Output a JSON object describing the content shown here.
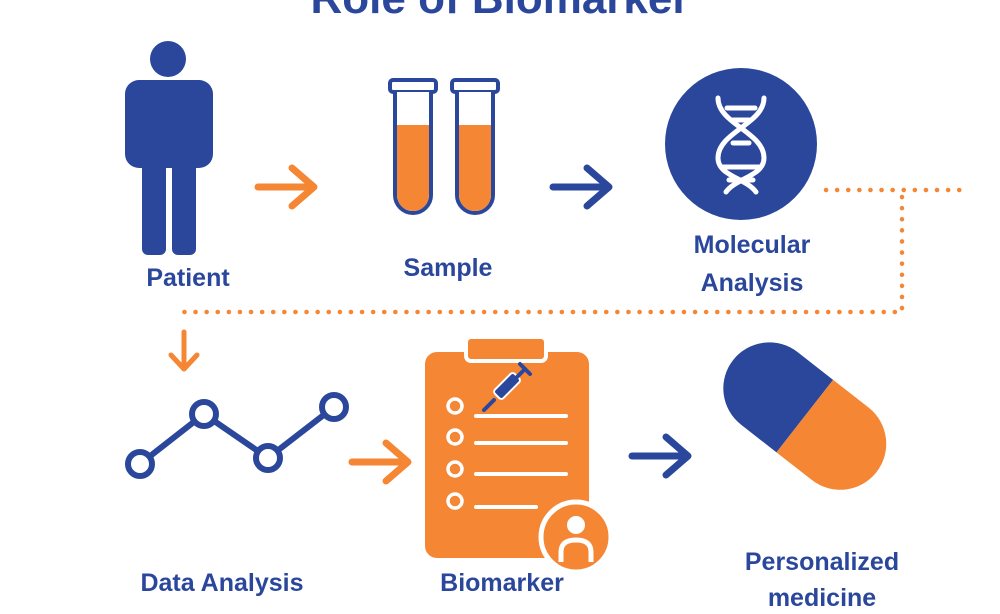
{
  "title": "Role of Biomarker",
  "colors": {
    "blue": "#2a479b",
    "orange": "#f58634",
    "white": "#ffffff"
  },
  "steps": [
    {
      "label": "Patient",
      "icon": "person-icon"
    },
    {
      "label": "Sample",
      "icon": "test-tubes-icon"
    },
    {
      "label": "Molecular",
      "label2": "Analysis",
      "icon": "dna-icon"
    },
    {
      "label": "Data Analysis",
      "icon": "line-chart-icon"
    },
    {
      "label": "Biomarker",
      "icon": "clipboard-icon"
    },
    {
      "label": "Personalized",
      "label2": "medicine",
      "icon": "capsule-icon"
    }
  ]
}
